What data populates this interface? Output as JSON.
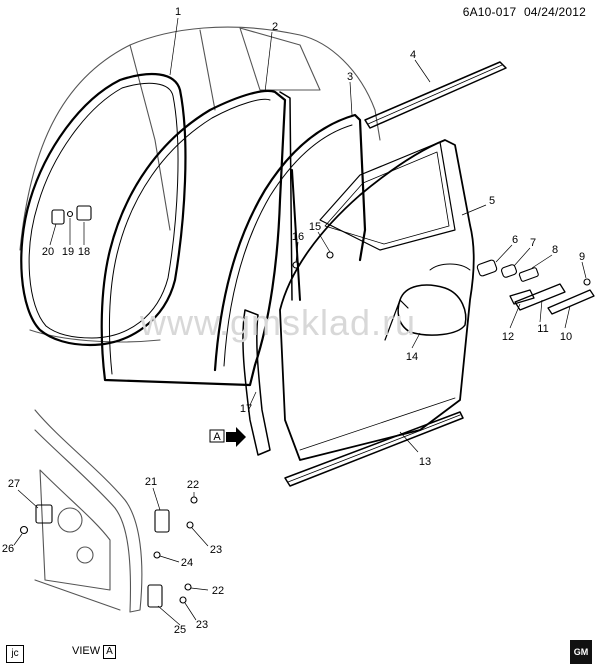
{
  "header": {
    "diagram_id": "6A10-017",
    "date": "04/24/2012"
  },
  "callouts": [
    "1",
    "2",
    "3",
    "4",
    "5",
    "6",
    "7",
    "8",
    "9",
    "10",
    "11",
    "12",
    "13",
    "14",
    "15",
    "16",
    "17",
    "18",
    "19",
    "20",
    "21",
    "22",
    "23",
    "24",
    "25",
    "26",
    "27"
  ],
  "view_marker": "A",
  "footer": {
    "left_tag": "jc",
    "view_label": "VIEW",
    "view_ref": "A",
    "logo": "GM"
  },
  "watermark": "www.gmsklad.ru"
}
